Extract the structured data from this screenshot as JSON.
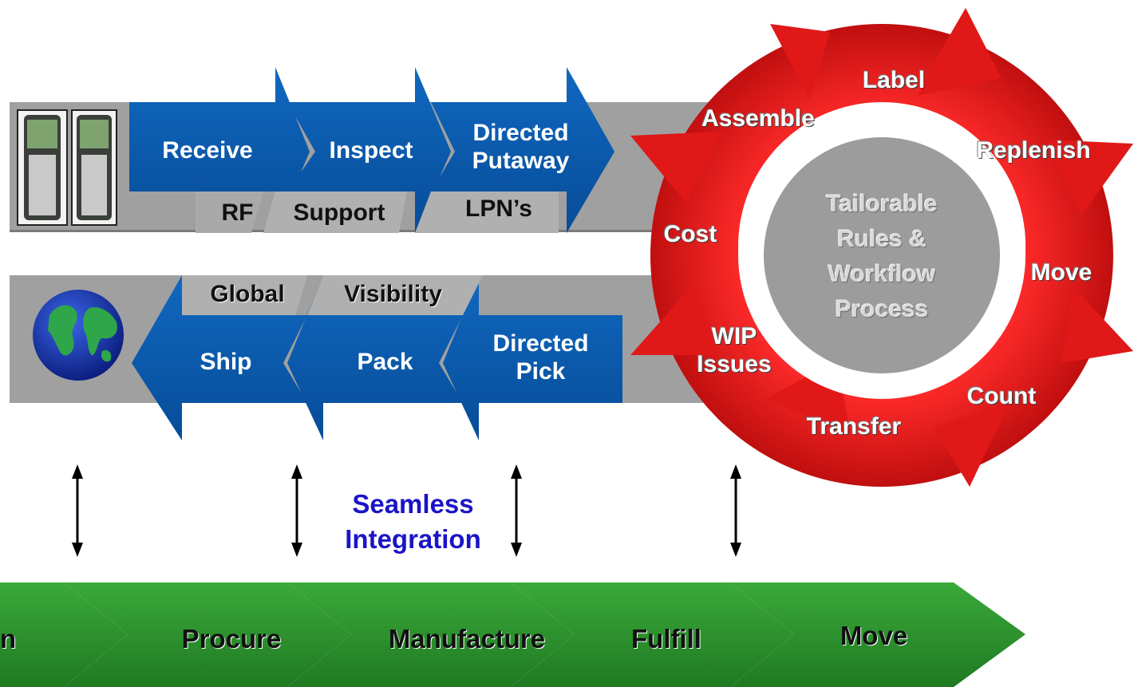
{
  "inbound": {
    "steps": [
      "Receive",
      "Inspect",
      "Directed\nPutaway"
    ],
    "feature_labels": [
      "RF",
      "Support",
      "LPN’s"
    ],
    "device_icon": "handheld-rf-scanner-icon"
  },
  "outbound": {
    "steps": [
      "Ship",
      "Pack",
      "Directed\nPick"
    ],
    "feature_labels": [
      "Global",
      "Visibility"
    ],
    "globe_icon": "globe-icon"
  },
  "cycle": {
    "center_text": "Tailorable\nRules &\nWorkflow\nProcess",
    "items": [
      "Label",
      "Replenish",
      "Move",
      "Count",
      "Transfer",
      "WIP\nIssues",
      "Cost",
      "Assemble"
    ]
  },
  "integration": {
    "label": "Seamless\nIntegration"
  },
  "chain": {
    "stages": [
      "n",
      "Procure",
      "Manufacture",
      "Fulfill",
      "Move"
    ]
  },
  "colors": {
    "blue_arrow": "#0a56a8",
    "red_cycle": "#e01818",
    "green_chain": "#2f9a2f",
    "gray_band": "#9e9e9e",
    "integration_text": "#1a14c8"
  }
}
